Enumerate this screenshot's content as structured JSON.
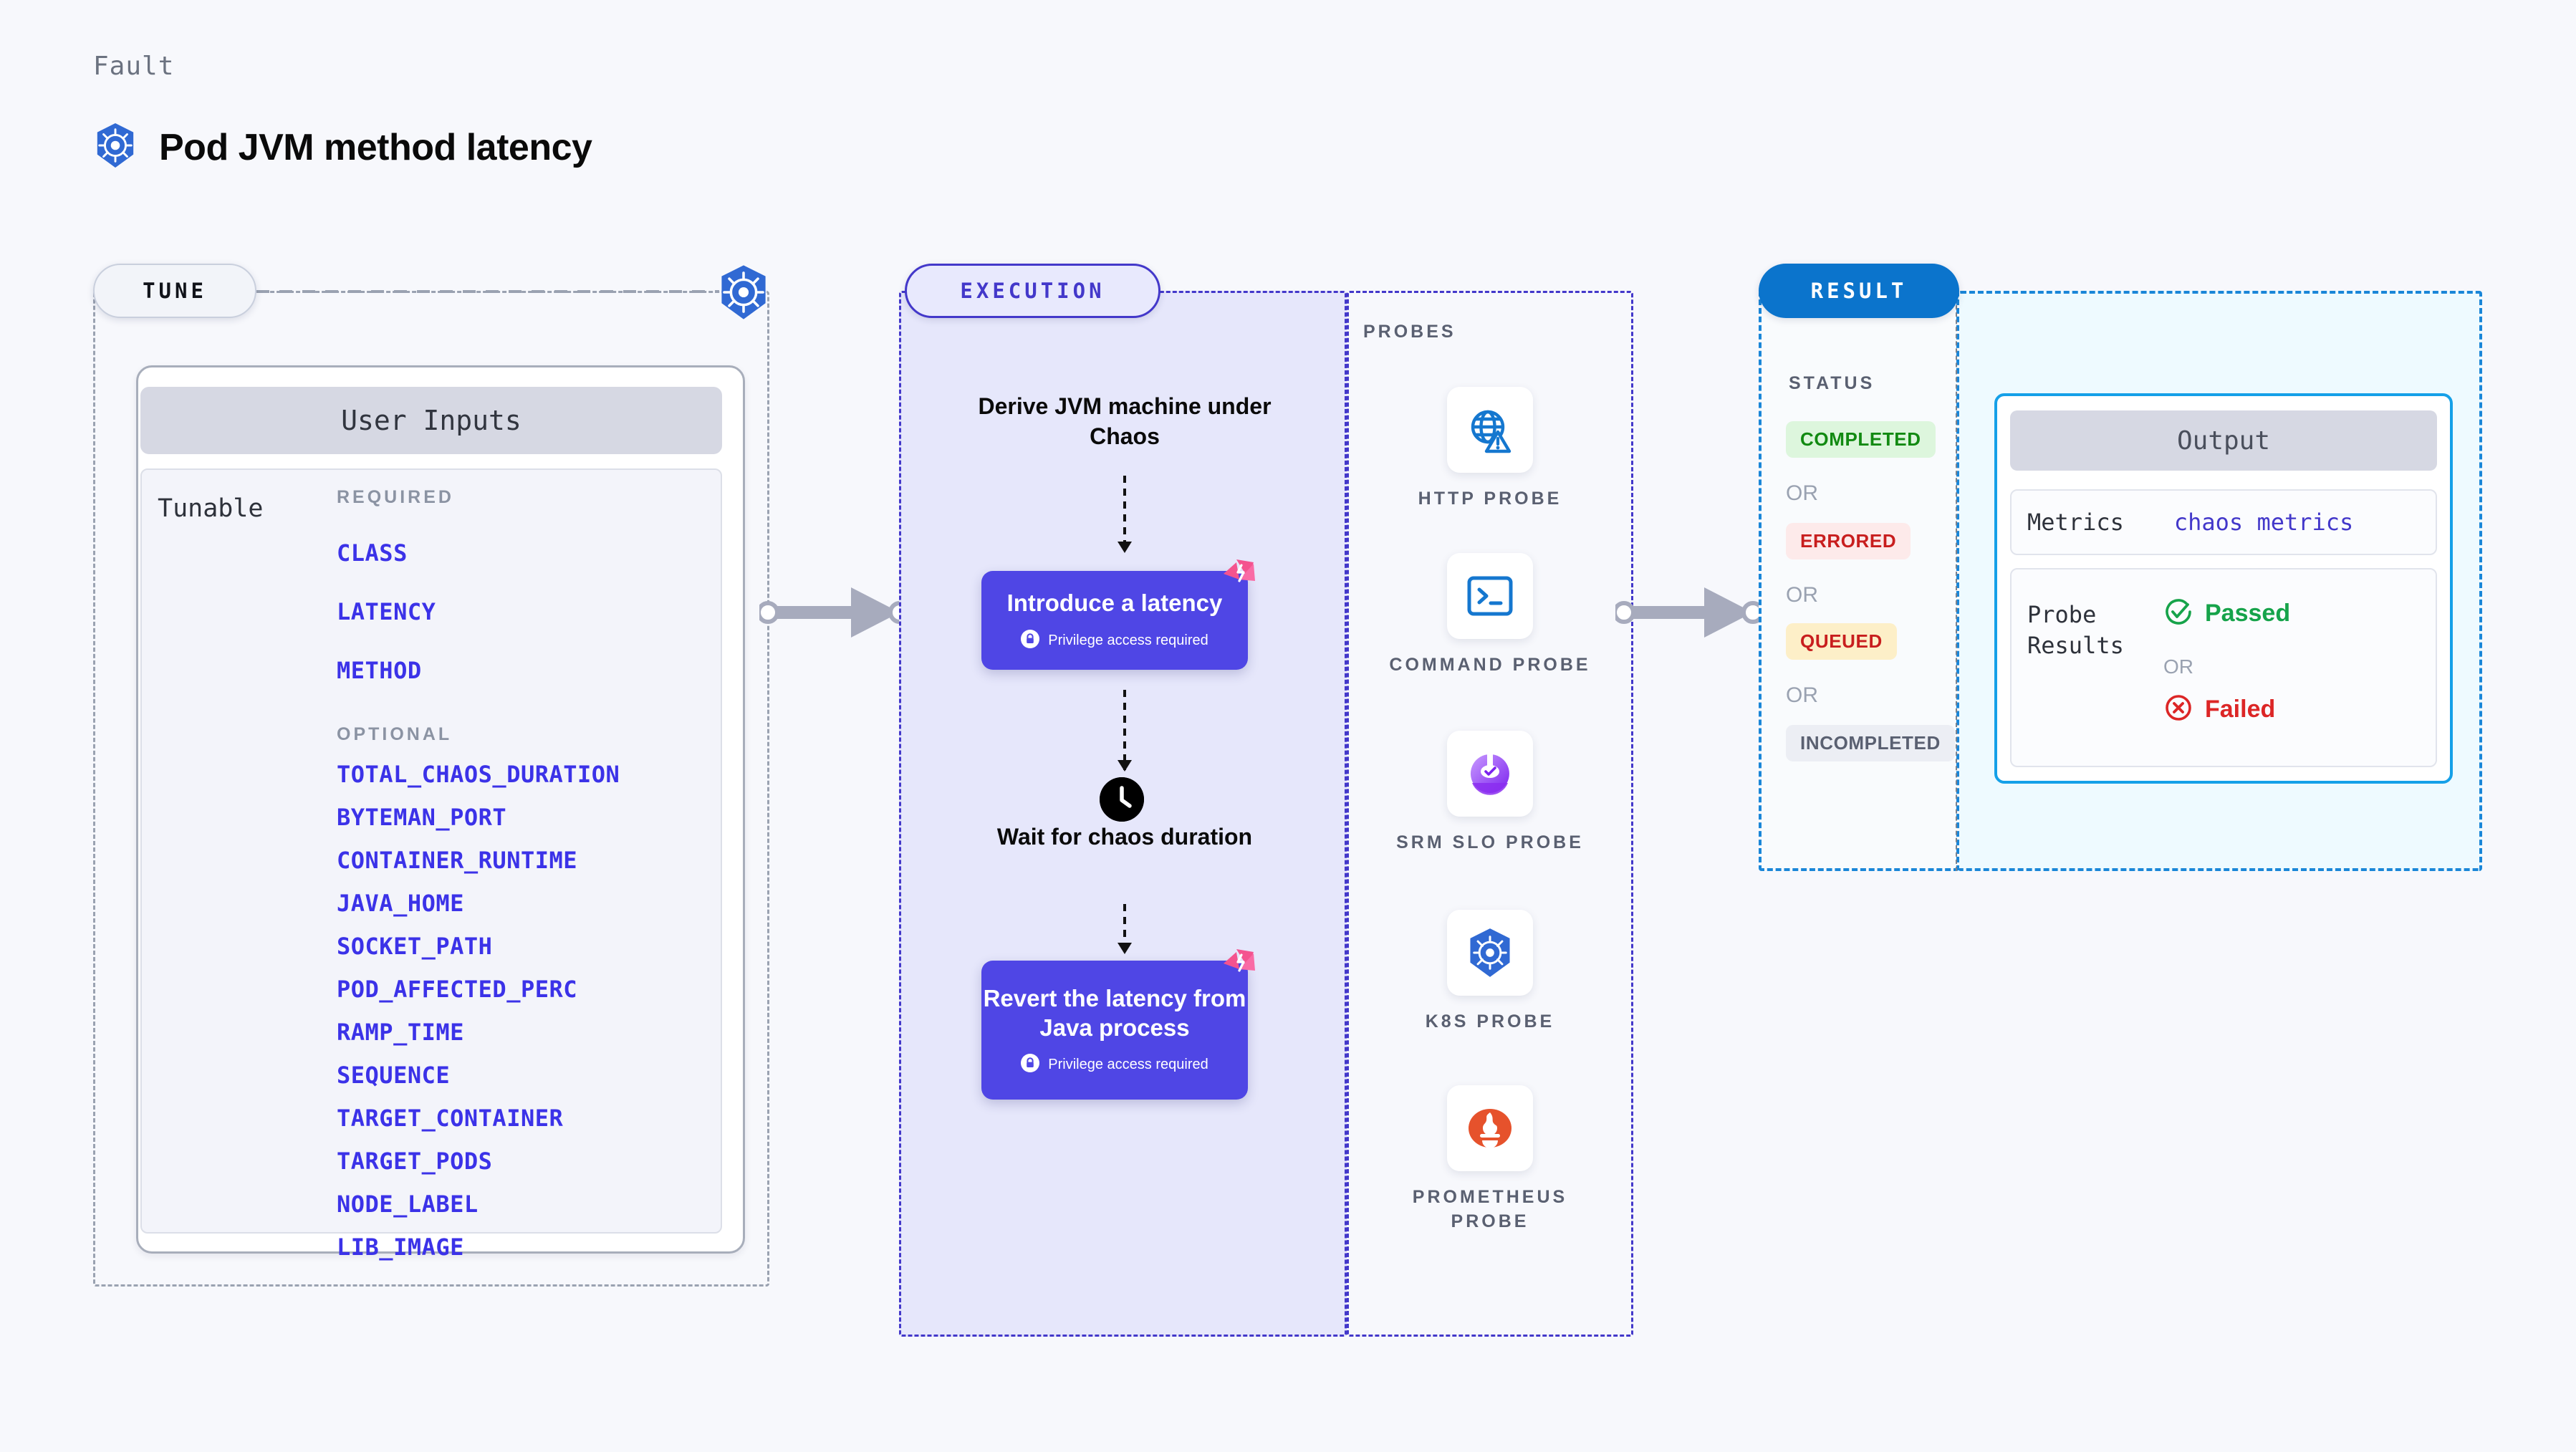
{
  "header": {
    "eyebrow": "Fault",
    "title": "Pod JVM method latency",
    "icon": "kubernetes-icon"
  },
  "tune": {
    "pill_label": "TUNE",
    "line_icon": "kubernetes-icon",
    "card_title": "User Inputs",
    "tunable_label": "Tunable",
    "required_label": "REQUIRED",
    "required": [
      "CLASS",
      "LATENCY",
      "METHOD"
    ],
    "optional_label": "OPTIONAL",
    "optional": [
      "TOTAL_CHAOS_DURATION",
      "BYTEMAN_PORT",
      "CONTAINER_RUNTIME",
      "JAVA_HOME",
      "SOCKET_PATH",
      "POD_AFFECTED_PERC",
      "RAMP_TIME",
      "SEQUENCE",
      "TARGET_CONTAINER",
      "TARGET_PODS",
      "NODE_LABEL",
      "LIB_IMAGE"
    ]
  },
  "execution": {
    "pill_label": "EXECUTION",
    "step1_title": "Derive JVM machine under Chaos",
    "card1_title": "Introduce a latency",
    "card1_note": "Privilege access required",
    "wait_title": "Wait for chaos duration",
    "wait_icon": "clock-icon",
    "card2_title": "Revert the latency from Java process",
    "card2_note": "Privilege access required",
    "corner_icon": "litmus-chaos-icon",
    "lock_icon": "lock-icon"
  },
  "probes": {
    "caption": "PROBES",
    "items": [
      {
        "label": "HTTP  PROBE",
        "icon": "globe-warning-icon"
      },
      {
        "label": "COMMAND PROBE",
        "icon": "terminal-icon"
      },
      {
        "label": "SRM  SLO PROBE",
        "icon": "srm-slo-icon"
      },
      {
        "label": "K8S  PROBE",
        "icon": "kubernetes-icon"
      },
      {
        "label": "PROMETHEUS PROBE",
        "icon": "prometheus-icon"
      }
    ]
  },
  "result": {
    "pill_label": "RESULT",
    "status_caption": "STATUS",
    "or_label": "OR",
    "statuses": [
      {
        "label": "COMPLETED",
        "bg": "#ddf6dd",
        "fg": "#128a12"
      },
      {
        "label": "ERRORED",
        "bg": "#fdeaea",
        "fg": "#c81e1e"
      },
      {
        "label": "QUEUED",
        "bg": "#fdefc8",
        "fg": "#c81e1e"
      },
      {
        "label": "INCOMPLETED",
        "bg": "#eceef4",
        "fg": "#5a6071"
      }
    ]
  },
  "output": {
    "card_title": "Output",
    "metrics_key": "Metrics",
    "metrics_value": "chaos metrics",
    "probe_results_key": "Probe\nResults",
    "passed_label": "Passed",
    "or_label": "OR",
    "failed_label": "Failed",
    "passed_icon": "check-circle-icon",
    "failed_icon": "x-circle-icon"
  },
  "colors": {
    "page_bg": "#f7f8fc",
    "accent_indigo": "#4f46e5",
    "accent_blue": "#0b74cc",
    "param_blue": "#3b32e8",
    "chaos_pink": "#f4538f",
    "pass_green": "#16a34a",
    "fail_red": "#dc2626"
  }
}
